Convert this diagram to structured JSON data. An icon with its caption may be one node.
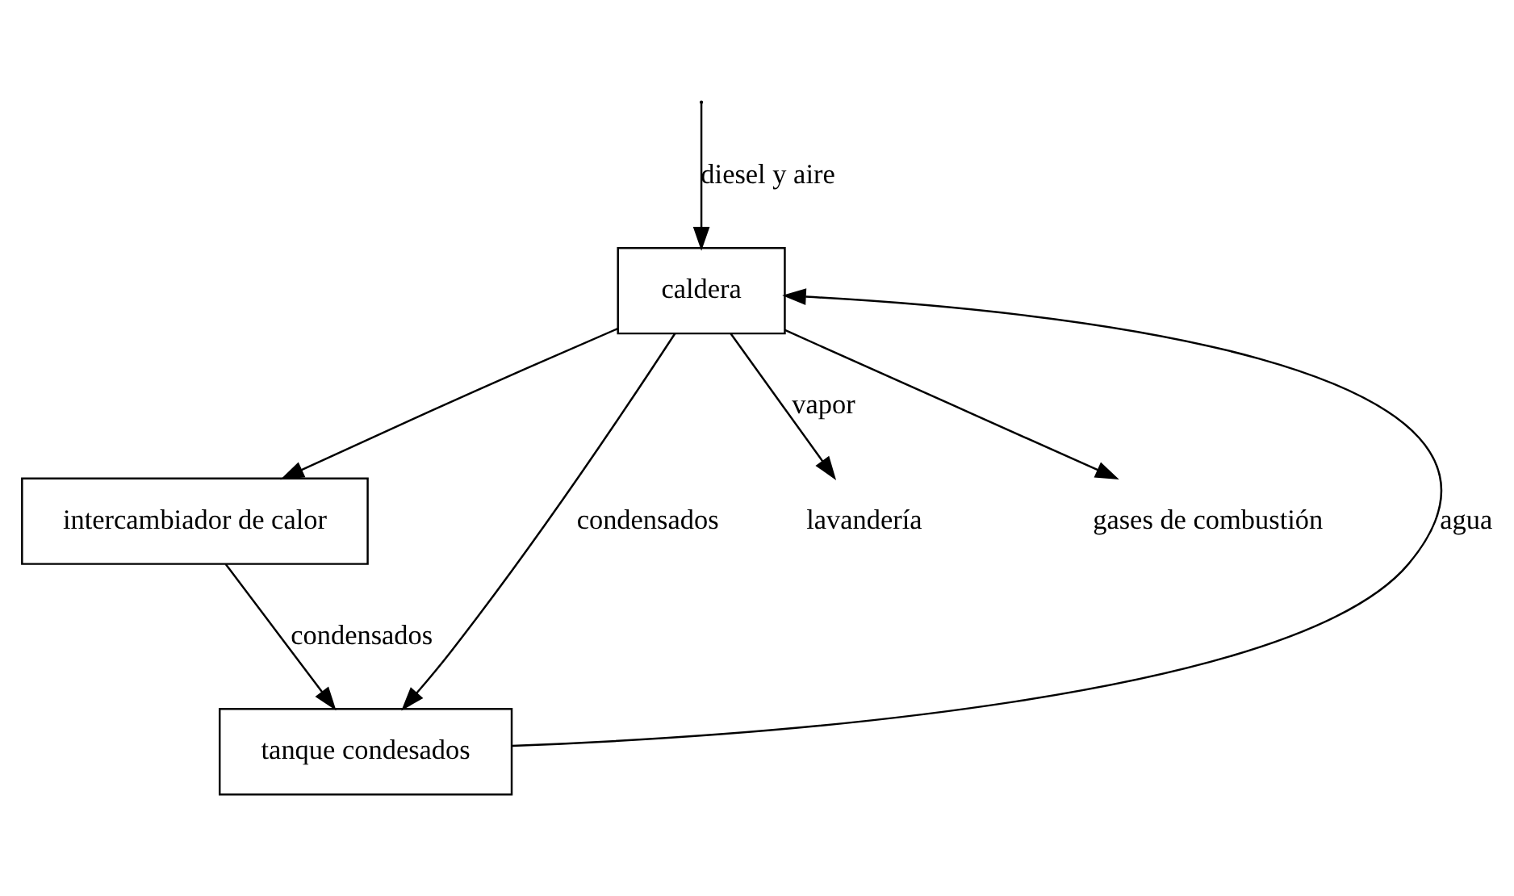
{
  "diagram": {
    "nodes": [
      {
        "text": [
          "caldera"
        ]
      },
      {
        "text": [
          "intercambiador de calor"
        ]
      },
      {
        "text": [
          "tanque condesados"
        ]
      },
      {
        "text": [
          "lavandería"
        ]
      },
      {
        "text": [
          "gases de combustión"
        ]
      }
    ],
    "edges": [
      {
        "from": null,
        "to": 0,
        "arrow": "to",
        "label": "diesel y aire"
      },
      {
        "from": 0,
        "to": 4,
        "arrow": "to"
      },
      {
        "from": 0,
        "to": 3,
        "arrow": "to",
        "label": "vapor"
      },
      {
        "from": 0,
        "to": 1,
        "arrow": "to"
      },
      {
        "from": 0,
        "to": 2,
        "arrow": "to",
        "label": "condensados"
      },
      {
        "from": 1,
        "to": 2,
        "arrow": "to",
        "label": "condensados"
      },
      {
        "from": 2,
        "to": 0,
        "arrow": "to",
        "label": "agua"
      }
    ]
  }
}
